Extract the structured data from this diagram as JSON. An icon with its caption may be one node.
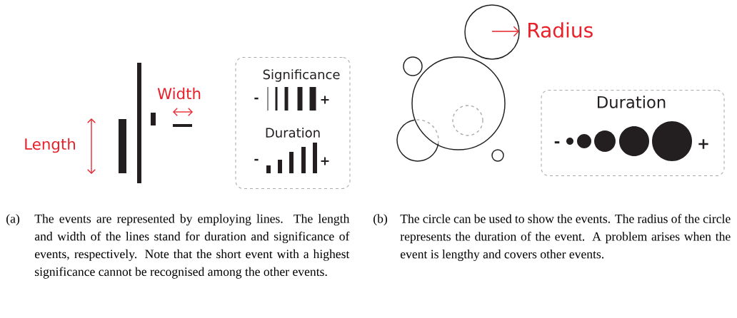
{
  "diagram": {
    "nodes": [
      {
        "text": [
          "Significance",
          "-",
          "+",
          "Duration",
          "-",
          "+"
        ]
      },
      {
        "text": [
          "Duration",
          "-",
          "+"
        ]
      }
    ],
    "labels": [
      "Length",
      "Width",
      "Radius",
      "(a)",
      "The events are represented by employing lines. The length and width of the lines stand for duration and significance of events, respectively. Note that the short event with a highest significance cannot be recognised among the other events.",
      "(b)",
      "The circle can be used to show the events. The radius of the circle represents the duration of the event. A problem arises when the event is lengthy and covers other events."
    ]
  }
}
